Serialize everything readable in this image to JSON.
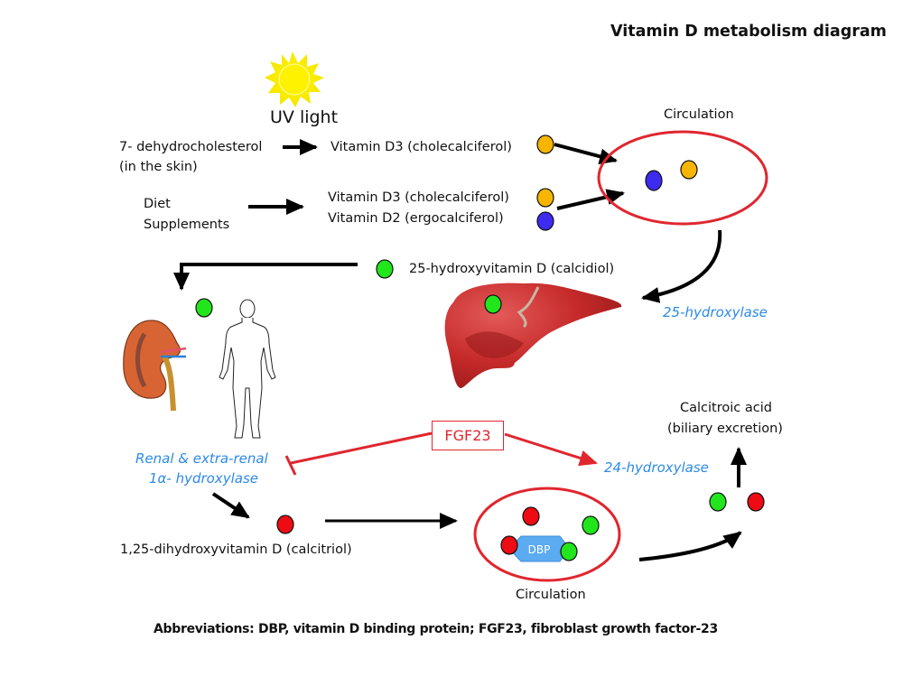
{
  "title": "Vitamin D metabolism diagram",
  "colors": {
    "vitamin_d3": "#f7b500",
    "vitamin_d2": "#3d2bf0",
    "calcidiol": "#22e61c",
    "calcitriol": "#ee0b14",
    "circulation_ring": "#e0262e",
    "enzyme_text": "#2d8ae6",
    "dbp": "#5aabf0",
    "inhibitor": "#e0262e"
  },
  "sources": {
    "uv_label": "UV light",
    "skin_line1": "7- dehydrocholesterol",
    "skin_line2": "(in the skin)",
    "diet_line1": "Diet",
    "diet_line2": "Supplements"
  },
  "products": {
    "skin_d3": "Vitamin D3 (cholecalciferol)",
    "diet_d3": "Vitamin D3 (cholecalciferol)",
    "diet_d2": "Vitamin D2 (ergocalciferol)"
  },
  "circulation_top": {
    "label": "Circulation"
  },
  "liver": {
    "enzyme": "25-hydroxylase",
    "product": "25-hydroxyvitamin D (calcidiol)"
  },
  "kidney": {
    "enzyme_line1": "Renal & extra-renal",
    "enzyme_line2": "1α- hydroxylase",
    "product": "1,25-dihydroxyvitamin D (calcitriol)"
  },
  "regulator": {
    "label": "FGF23",
    "inhibits": "1α- hydroxylase",
    "activates": "24-hydroxylase"
  },
  "catabolism": {
    "enzyme": "24-hydroxylase",
    "product_line1": "Calcitroic acid",
    "product_line2": "(biliary excretion)"
  },
  "circulation_bottom": {
    "label": "Circulation",
    "carrier": "DBP"
  },
  "footer": "Abbreviations: DBP, vitamin D binding protein; FGF23, fibroblast growth factor-23"
}
